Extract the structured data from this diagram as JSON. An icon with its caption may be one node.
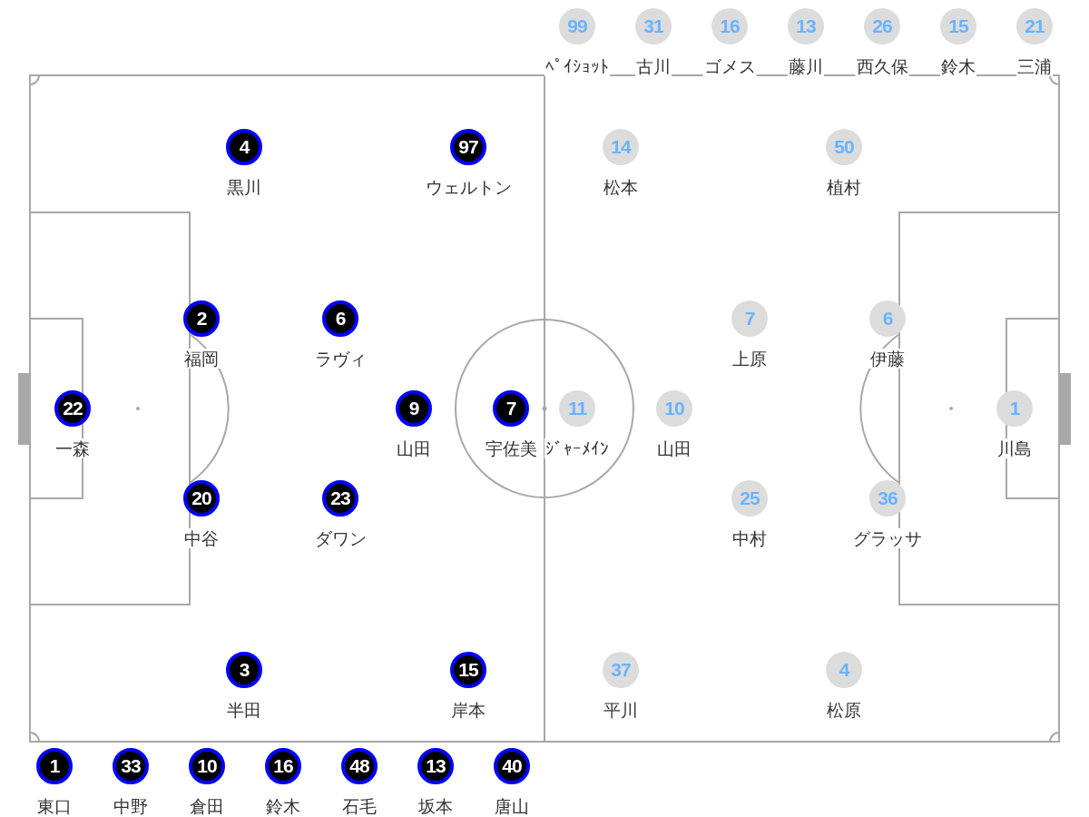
{
  "diagram": {
    "nodes": [
      {
        "text": [
          "99"
        ],
        "beside": [
          "ﾍﾟｲｼｮｯﾄ"
        ]
      },
      {
        "text": [
          "31"
        ],
        "beside": [
          "古川"
        ]
      },
      {
        "text": [
          "16"
        ],
        "beside": [
          "ゴメス"
        ]
      },
      {
        "text": [
          "13"
        ],
        "beside": [
          "藤川"
        ]
      },
      {
        "text": [
          "26"
        ],
        "beside": [
          "西久保"
        ]
      },
      {
        "text": [
          "15"
        ],
        "beside": [
          "鈴木"
        ]
      },
      {
        "text": [
          "21"
        ],
        "beside": [
          "三浦"
        ]
      },
      {
        "text": [
          "4"
        ],
        "beside": [
          "黒川"
        ]
      },
      {
        "text": [
          "97"
        ],
        "beside": [
          "ウェルトン"
        ]
      },
      {
        "text": [
          "14"
        ],
        "beside": [
          "松本"
        ]
      },
      {
        "text": [
          "50"
        ],
        "beside": [
          "植村"
        ]
      },
      {
        "text": [
          "2"
        ],
        "beside": [
          "福岡"
        ]
      },
      {
        "text": [
          "6"
        ],
        "beside": [
          "ラヴィ"
        ]
      },
      {
        "text": [
          "7"
        ],
        "beside": [
          "上原"
        ]
      },
      {
        "text": [
          "6"
        ],
        "beside": [
          "伊藤"
        ]
      },
      {
        "text": [
          "22"
        ],
        "beside": [
          "一森"
        ]
      },
      {
        "text": [
          "9"
        ],
        "beside": [
          "山田"
        ]
      },
      {
        "text": [
          "7"
        ],
        "beside": [
          "宇佐美"
        ]
      },
      {
        "text": [
          "11"
        ],
        "beside": [
          "ｼﾞｬｰﾒｲﾝ"
        ]
      },
      {
        "text": [
          "10"
        ],
        "beside": [
          "山田"
        ]
      },
      {
        "text": [
          "1"
        ],
        "beside": [
          "川島"
        ]
      },
      {
        "text": [
          "20"
        ],
        "beside": [
          "中谷"
        ]
      },
      {
        "text": [
          "23"
        ],
        "beside": [
          "ダワン"
        ]
      },
      {
        "text": [
          "25"
        ],
        "beside": [
          "中村"
        ]
      },
      {
        "text": [
          "36"
        ],
        "beside": [
          "グラッサ"
        ]
      },
      {
        "text": [
          "3"
        ],
        "beside": [
          "半田"
        ]
      },
      {
        "text": [
          "15"
        ],
        "beside": [
          "岸本"
        ]
      },
      {
        "text": [
          "37"
        ],
        "beside": [
          "平川"
        ]
      },
      {
        "text": [
          "4"
        ],
        "beside": [
          "松原"
        ]
      },
      {
        "text": [
          "1"
        ],
        "beside": [
          "東口"
        ]
      },
      {
        "text": [
          "33"
        ],
        "beside": [
          "中野"
        ]
      },
      {
        "text": [
          "10"
        ],
        "beside": [
          "倉田"
        ]
      },
      {
        "text": [
          "16"
        ],
        "beside": [
          "鈴木"
        ]
      },
      {
        "text": [
          "48"
        ],
        "beside": [
          "石毛"
        ]
      },
      {
        "text": [
          "13"
        ],
        "beside": [
          "坂本"
        ]
      },
      {
        "text": [
          "40"
        ],
        "beside": [
          "唐山"
        ]
      }
    ]
  }
}
